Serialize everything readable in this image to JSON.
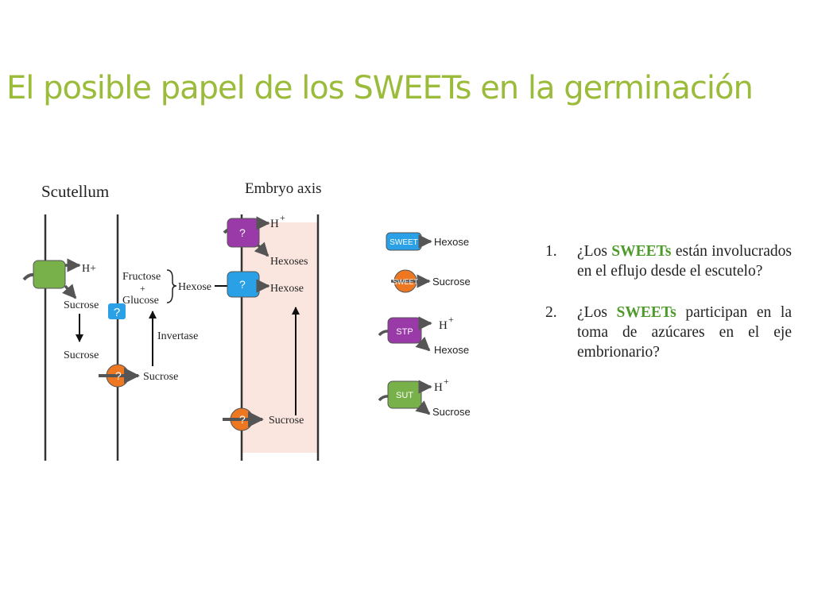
{
  "slide": {
    "title": "El posible papel de los SWEETs en la germinación"
  },
  "diagram": {
    "scutellum_label": "Scutellum",
    "embryo_label": "Embryo axis",
    "labels": {
      "h_plus_left": "H+",
      "sucrose_a": "Sucrose",
      "sucrose_b": "Sucrose",
      "fructose": "Fructose",
      "plus": "+",
      "glucose": "Glucose",
      "hexose_mid": "Hexose",
      "invertase": "Invertase",
      "sucrose_mid": "Sucrose",
      "h_top": "H",
      "hexoses": "Hexoses",
      "hexose_blue": "Hexose",
      "sucrose_bottom": "Sucrose"
    },
    "question_mark": "?",
    "legend": {
      "sweet_box": "SWEET",
      "hexose_1": "Hexose",
      "sweet_circle": "SWEET",
      "sucrose_1": "Sucrose",
      "stp": "STP",
      "h_stp": "H",
      "hexose_2": "Hexose",
      "sut": "SUT",
      "h_sut": "H",
      "sucrose_2": "Sucrose"
    },
    "superscript_plus": "+",
    "colors": {
      "green_transporter": "#78b04a",
      "purple_transporter": "#9a3aa8",
      "blue_transporter": "#2aa0e6",
      "orange_transporter": "#ee7822",
      "embryo_shade": "#fbe6df",
      "arrow": "#555555",
      "title": "#9bbb3a",
      "highlight": "#4e9a2a"
    }
  },
  "questions": [
    {
      "number": "1.",
      "lead": "¿Los",
      "highlight": "SWEETs",
      "rest": "están involucrados en el eflujo desde el escutelo?"
    },
    {
      "number": "2.",
      "lead": "¿Los",
      "highlight": "SWEETs",
      "rest": "participan en la toma de azúcares en el eje embrionario?"
    }
  ]
}
